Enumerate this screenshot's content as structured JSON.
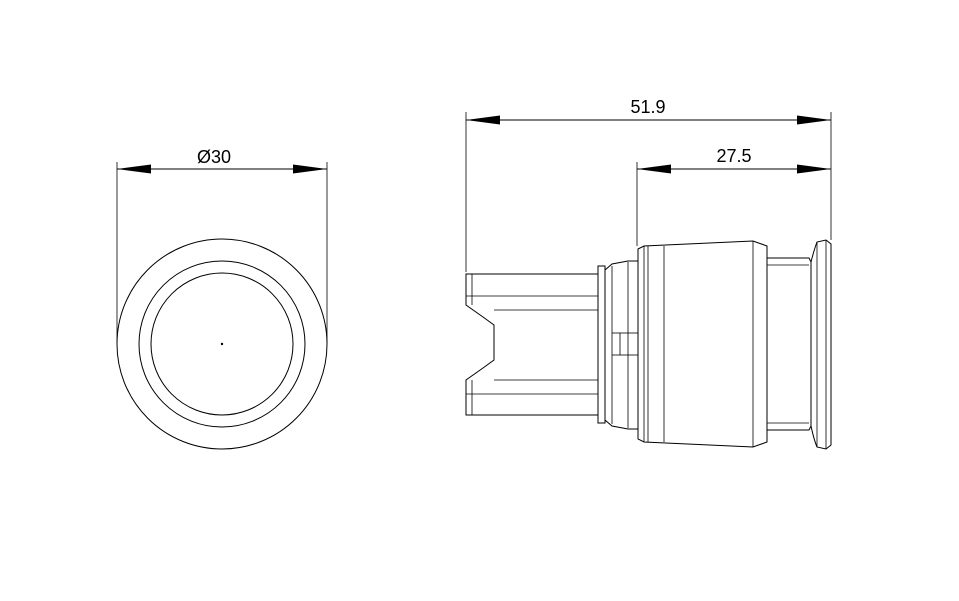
{
  "drawing": {
    "front_view": {
      "diameter_label": "Ø30"
    },
    "side_view": {
      "overall_length_label": "51.9",
      "head_length_label": "27.5"
    }
  }
}
